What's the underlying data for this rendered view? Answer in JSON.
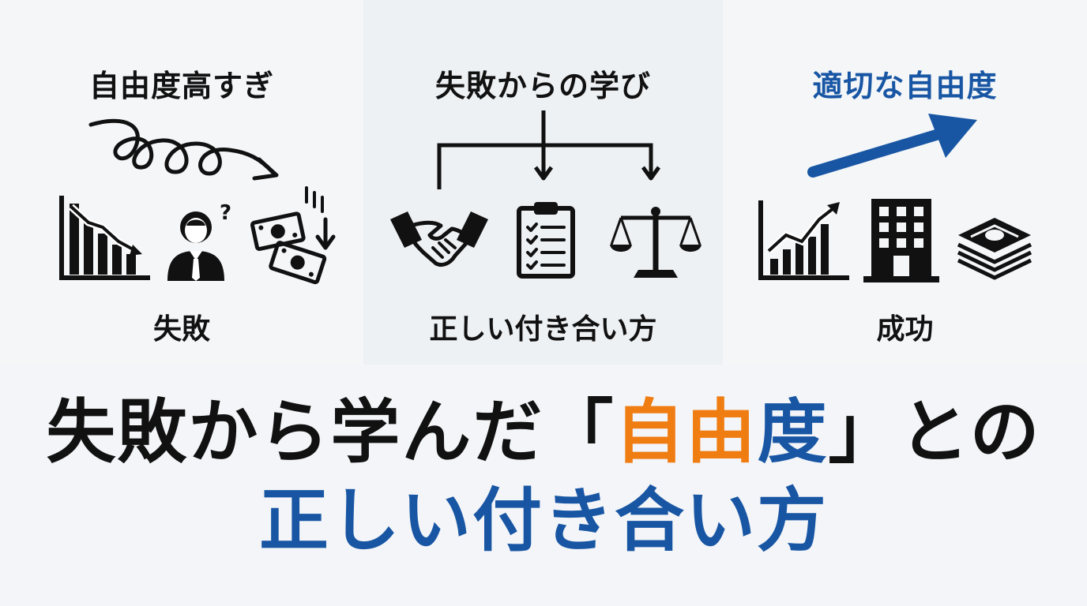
{
  "panels": {
    "left": {
      "title": "自由度高すぎ",
      "label": "失敗"
    },
    "center": {
      "title": "失敗からの学び",
      "label": "正しい付き合い方"
    },
    "right": {
      "title": "適切な自由度",
      "label": "成功"
    }
  },
  "icons": {
    "left": [
      "declining-chart-icon",
      "confused-person-icon",
      "falling-money-icon"
    ],
    "center": [
      "handshake-icon",
      "checklist-clipboard-icon",
      "balance-scale-icon"
    ],
    "right": [
      "growth-chart-icon",
      "building-icon",
      "money-stack-icon"
    ]
  },
  "headline": {
    "line1_pre": "失敗から学んだ「",
    "line1_hl1": "自由",
    "line1_hl2": "度",
    "line1_post": "」との",
    "line2": "正しい付き合い方"
  },
  "colors": {
    "accent_blue": "#1856a4",
    "accent_orange": "#f07d12",
    "text": "#111111"
  }
}
